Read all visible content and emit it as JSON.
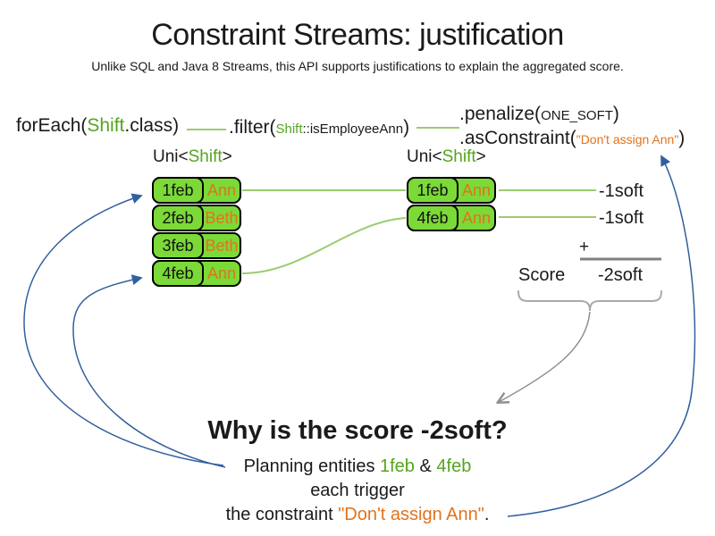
{
  "slide": {
    "title": "Constraint Streams: justification",
    "subtitle": "Unlike SQL and Java 8 Streams, this API supports justifications to explain the aggregated score."
  },
  "code": {
    "foreach": {
      "prefix": "forEach(",
      "class_name": "Shift",
      "suffix": ".class)"
    },
    "filter": {
      "prefix": ".filter(",
      "class_name": "Shift",
      "method_ref": "::isEmployeeAnn",
      "suffix": ")"
    },
    "penalize": {
      "prefix": ".penalize(",
      "arg": "ONE_SOFT",
      "suffix": ")"
    },
    "as_constraint": {
      "prefix": ".asConstraint(",
      "arg": "\"Don't assign Ann\"",
      "suffix": ")"
    }
  },
  "left_stream": {
    "header": {
      "prefix": "Uni<",
      "type_name": "Shift",
      "suffix": ">"
    },
    "rows": [
      {
        "date": "1feb",
        "employee": "Ann"
      },
      {
        "date": "2feb",
        "employee": "Beth"
      },
      {
        "date": "3feb",
        "employee": "Beth"
      },
      {
        "date": "4feb",
        "employee": "Ann"
      }
    ]
  },
  "right_stream": {
    "header": {
      "prefix": "Uni<",
      "type_name": "Shift",
      "suffix": ">"
    },
    "rows": [
      {
        "date": "1feb",
        "employee": "Ann"
      },
      {
        "date": "4feb",
        "employee": "Ann"
      }
    ]
  },
  "scores": {
    "per_row": [
      "-1soft",
      "-1soft"
    ],
    "plus_sign": "+",
    "score_label": "Score",
    "total": "-2soft"
  },
  "explanation": {
    "heading": "Why is the score -2soft?",
    "line1_prefix": "Planning entities ",
    "entity1": "1feb",
    "ampersand": " & ",
    "entity2": "4feb",
    "line2": "each trigger",
    "line3_prefix": "the constraint ",
    "constraint_name": "\"Don't assign Ann\"",
    "line3_suffix": "."
  },
  "colors": {
    "green_fill": "#7bd938",
    "green_text": "#55a41e",
    "green_line": "#9ccb72",
    "orange": "#e2731c",
    "blue": "#31609e",
    "gray": "#808080",
    "brace_gray": "#a9a9a9"
  }
}
